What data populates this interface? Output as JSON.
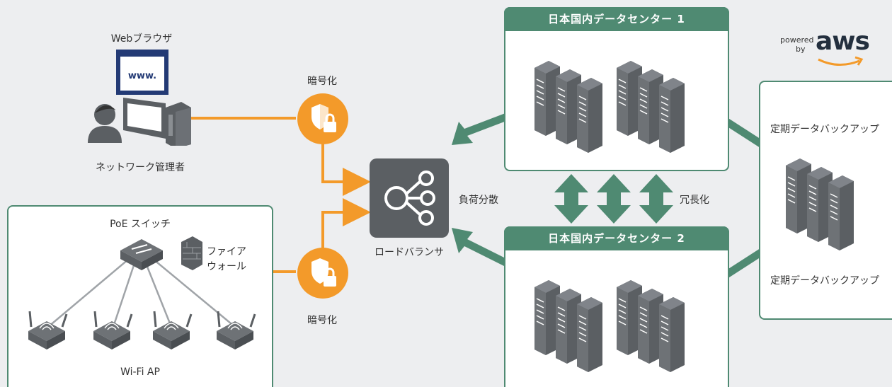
{
  "browser_label": "Webブラウザ",
  "browser_screen_text": "www.",
  "admin_label": "ネットワーク管理者",
  "encrypt_label_top": "暗号化",
  "encrypt_label_bottom": "暗号化",
  "load_balancer_label": "ロードバランサ",
  "load_balancing_label": "負荷分散",
  "redundancy_label": "冗長化",
  "dc1_title": "日本国内データセンター 1",
  "dc2_title": "日本国内データセンター 2",
  "backup_label_top": "定期データバックアップ",
  "backup_label_bottom": "定期データバックアップ",
  "poe_switch_label": "PoE スイッチ",
  "firewall_label": "ファイア\nウォール",
  "wifi_ap_label": "Wi-Fi AP",
  "aws_powered": "powered",
  "aws_by": "by",
  "aws_logo": "aws",
  "colors": {
    "green": "#4f8a72",
    "orange": "#f39a2a",
    "dark_gray": "#5b5f63",
    "background": "#edeef0"
  }
}
